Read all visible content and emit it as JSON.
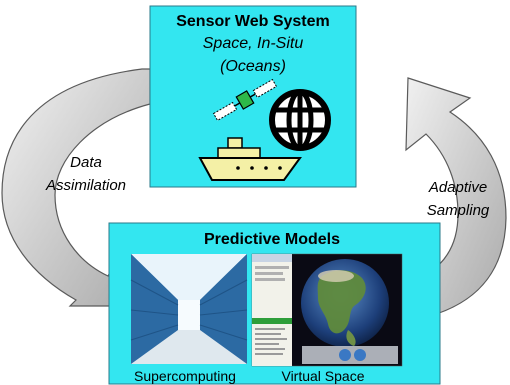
{
  "colors": {
    "box_fill": "#33e6f0",
    "arrow_fill": "#cfcfcf",
    "ship_fill": "#f4f0a6"
  },
  "top_box": {
    "title": "Sensor Web System",
    "subtitle_line1": "Space, In-Situ",
    "subtitle_line2": "(Oceans)",
    "icons": [
      "satellite-icon",
      "globe-icon",
      "ship-icon"
    ]
  },
  "bottom_box": {
    "title": "Predictive Models",
    "left_caption": "Supercomputing",
    "right_caption": "Virtual Space",
    "images": [
      "supercomputer-aisle-image",
      "virtual-globe-screenshot"
    ]
  },
  "left_arrow": {
    "label_line1": "Data",
    "label_line2": "Assimilation"
  },
  "right_arrow": {
    "label_line1": "Adaptive",
    "label_line2": "Sampling"
  }
}
